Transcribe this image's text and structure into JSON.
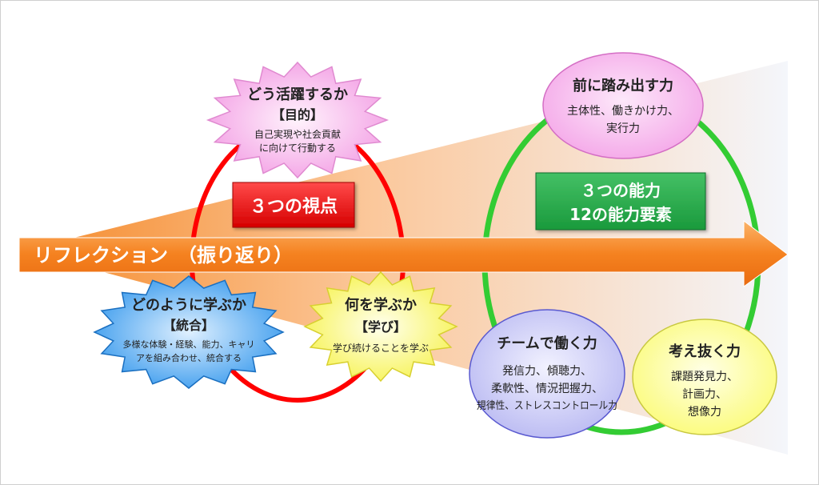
{
  "arrow_label": "リフレクション　（振り返り）",
  "left_section_label": "３つの視点",
  "right_section_label": [
    "３つの能力",
    "12の能力要素"
  ],
  "perspectives": [
    {
      "title": "どう活躍するか",
      "subtitle": "【目的】",
      "desc": [
        "自己実現や社会貢献",
        "に向けて行動する"
      ]
    },
    {
      "title": "どのように学ぶか",
      "subtitle": "【統合】",
      "desc": [
        "多様な体験・経験、能力、キャリ",
        "アを組み合わせ、統合する"
      ]
    },
    {
      "title": "何を学ぶか",
      "subtitle": "【学び】",
      "desc": [
        "学び続けることを学ぶ"
      ]
    }
  ],
  "abilities": [
    {
      "title": "前に踏み出す力",
      "desc": [
        "主体性、働きかけ力、",
        "実行力"
      ]
    },
    {
      "title": "チームで働く力",
      "desc": [
        "発信力、傾聴力、",
        "柔軟性、情況把握力、",
        "規律性、ストレスコントロール力"
      ]
    },
    {
      "title": "考え抜く力",
      "desc": [
        "課題発見力、",
        "計画力、",
        "想像力"
      ]
    }
  ],
  "colors": {
    "arrow": "#f7941d",
    "red_ring": "#ff0000",
    "green_ring": "#33cc33",
    "red_label_bg": "#ee1111",
    "green_label_bg": "#22aa44",
    "pink_star": "#f5a9e6",
    "blue_star": "#3aa0f0",
    "yellow_star": "#fafa60",
    "pink_oval": "#f7b8ee",
    "lavender_oval": "#c9c9f7",
    "yellow_oval": "#ffff88"
  }
}
